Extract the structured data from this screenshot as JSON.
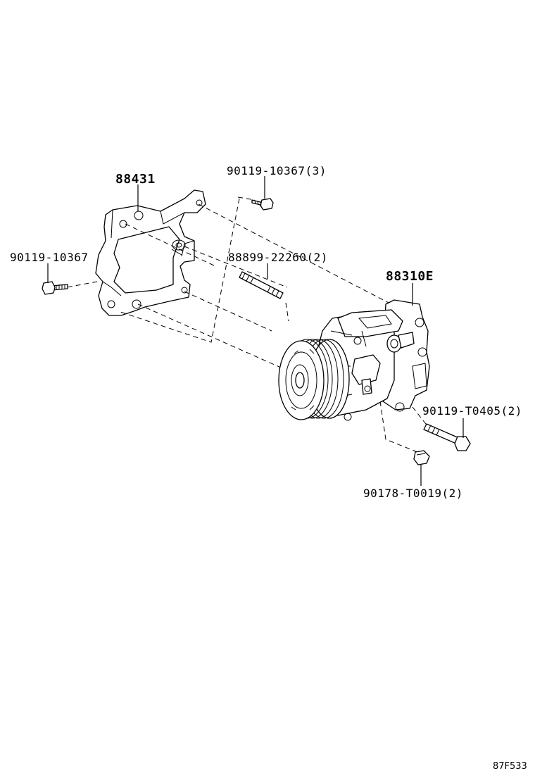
{
  "diagram_code": "87F533",
  "parts": {
    "bracket": {
      "number": "88431"
    },
    "compressor": {
      "number": "88310E"
    },
    "bolt_top": {
      "number": "90119-10367",
      "qty": "(3)"
    },
    "bolt_left": {
      "number": "90119-10367"
    },
    "stud": {
      "number": "88899-22260",
      "qty": "(2)"
    },
    "bolt_long": {
      "number": "90119-T0405",
      "qty": "(2)"
    },
    "nut": {
      "number": "90178-T0019",
      "qty": "(2)"
    }
  }
}
